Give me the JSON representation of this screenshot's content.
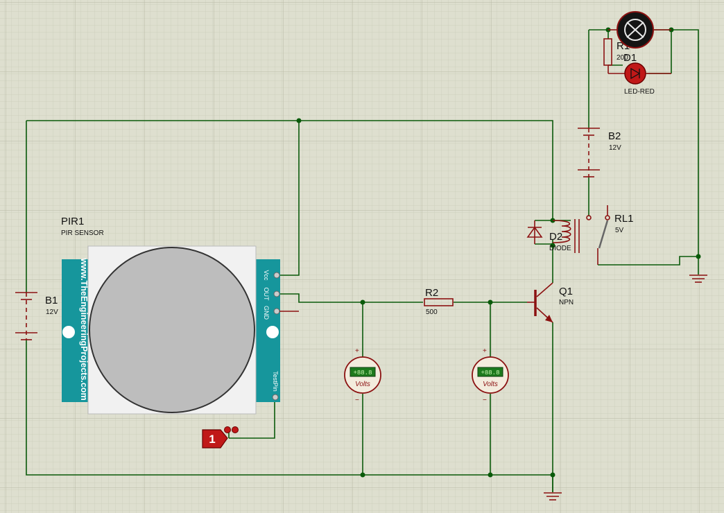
{
  "colors": {
    "background": "#dedfcf",
    "grid_minor": "#c9cbb8",
    "grid_major": "#b8baa6",
    "wire": "#0a5a0a",
    "component": "#8b1111",
    "pir_board": "#16969c",
    "voltmeter_display": "#1d7a1d"
  },
  "components": {
    "b1": {
      "ref": "B1",
      "value": "12V"
    },
    "b2": {
      "ref": "B2",
      "value": "12V"
    },
    "pir1": {
      "ref": "PIR1",
      "value": "PIR SENSOR",
      "brand": "www.TheEngineeringProjects.com",
      "pins": [
        "Vcc",
        "OUT",
        "GND",
        "TestPin"
      ]
    },
    "r2": {
      "ref": "R2",
      "value": "500"
    },
    "r1": {
      "ref": "R1",
      "value": "200"
    },
    "d1": {
      "ref": "D1",
      "value": "LED-RED"
    },
    "d2": {
      "ref": "D2",
      "value": "DIODE"
    },
    "q1": {
      "ref": "Q1",
      "value": "NPN"
    },
    "rl1": {
      "ref": "RL1",
      "value": "5V"
    },
    "logic_state": {
      "value": "1"
    },
    "voltmeter1": {
      "reading": "+88.8",
      "unit": "Volts",
      "plus": "+",
      "minus": "−"
    },
    "voltmeter2": {
      "reading": "+88.8",
      "unit": "Volts",
      "plus": "+",
      "minus": "−"
    },
    "lamp": {
      "icon": "lamp-icon"
    }
  }
}
